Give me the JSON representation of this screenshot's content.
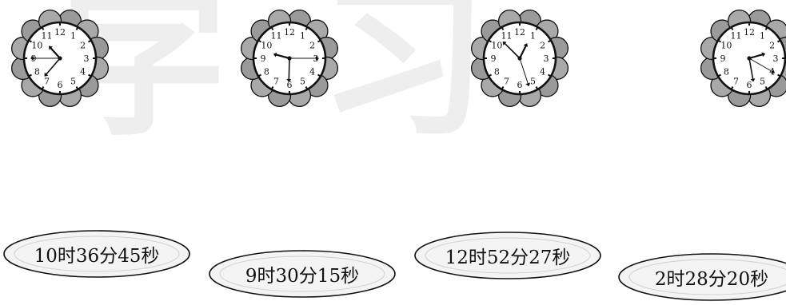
{
  "watermark": {
    "chars": [
      "字",
      "习"
    ]
  },
  "clocks": [
    {
      "numerals": [
        "12",
        "1",
        "2",
        "3",
        "4",
        "5",
        "6",
        "7",
        "8",
        "9",
        "10",
        "11"
      ],
      "reading": {
        "hour": 10,
        "minute": 36,
        "second": 45
      }
    },
    {
      "numerals": [
        "12",
        "1",
        "2",
        "3",
        "4",
        "5",
        "6",
        "7",
        "8",
        "9",
        "10",
        "11"
      ],
      "reading": {
        "hour": 9,
        "minute": 30,
        "second": 15
      }
    },
    {
      "numerals": [
        "12",
        "1",
        "2",
        "3",
        "4",
        "5",
        "6",
        "7",
        "8",
        "9",
        "10",
        "11"
      ],
      "reading": {
        "hour": 12,
        "minute": 52,
        "second": 27
      }
    },
    {
      "numerals": [
        "12",
        "1",
        "2",
        "3",
        "4",
        "5",
        "6",
        "7",
        "8",
        "9",
        "10",
        "11"
      ],
      "reading": {
        "hour": 2,
        "minute": 28,
        "second": 20
      }
    }
  ],
  "plates": [
    {
      "label": "10时36分45秒"
    },
    {
      "label": "9时30分15秒"
    },
    {
      "label": "12时52分27秒"
    },
    {
      "label": "2时28分20秒"
    }
  ]
}
